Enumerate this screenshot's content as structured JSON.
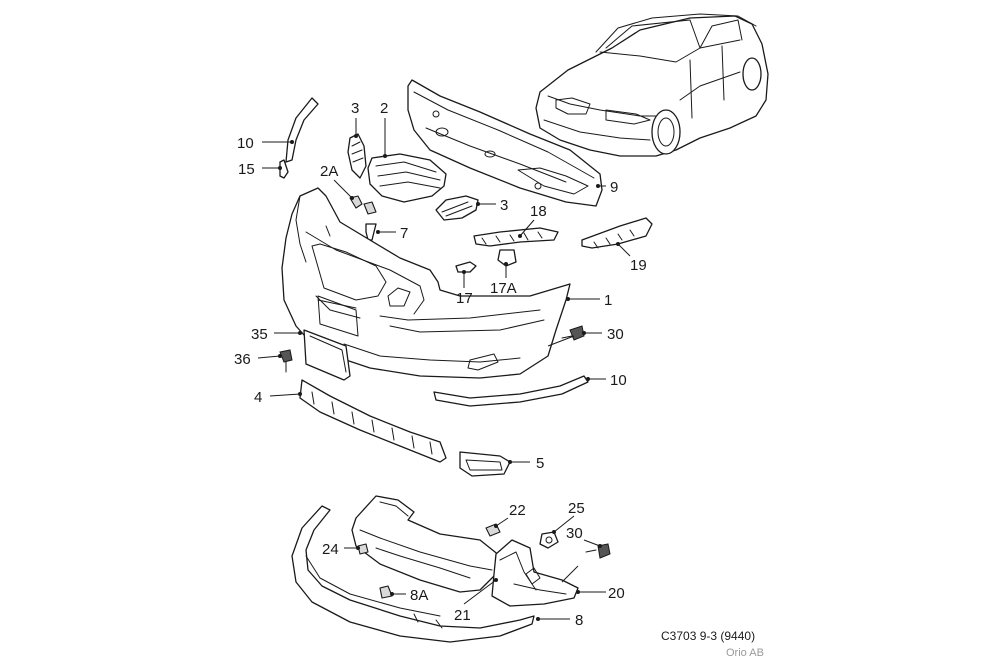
{
  "diagram": {
    "reference": "C3703 9-3 (9440)",
    "copyright": "Orio AB",
    "callouts": {
      "c1": "1",
      "c2": "2",
      "c2a": "2A",
      "c3a": "3",
      "c3b": "3",
      "c4": "4",
      "c5": "5",
      "c7": "7",
      "c8": "8",
      "c8a": "8A",
      "c9": "9",
      "c10a": "10",
      "c10b": "10",
      "c15": "15",
      "c17": "17",
      "c17a": "17A",
      "c18": "18",
      "c19": "19",
      "c20": "20",
      "c21": "21",
      "c22": "22",
      "c24": "24",
      "c25": "25",
      "c30a": "30",
      "c30b": "30",
      "c35": "35",
      "c36": "36"
    },
    "icons": [
      "car-thumbnail-icon",
      "clip-icon",
      "screw-icon"
    ]
  }
}
